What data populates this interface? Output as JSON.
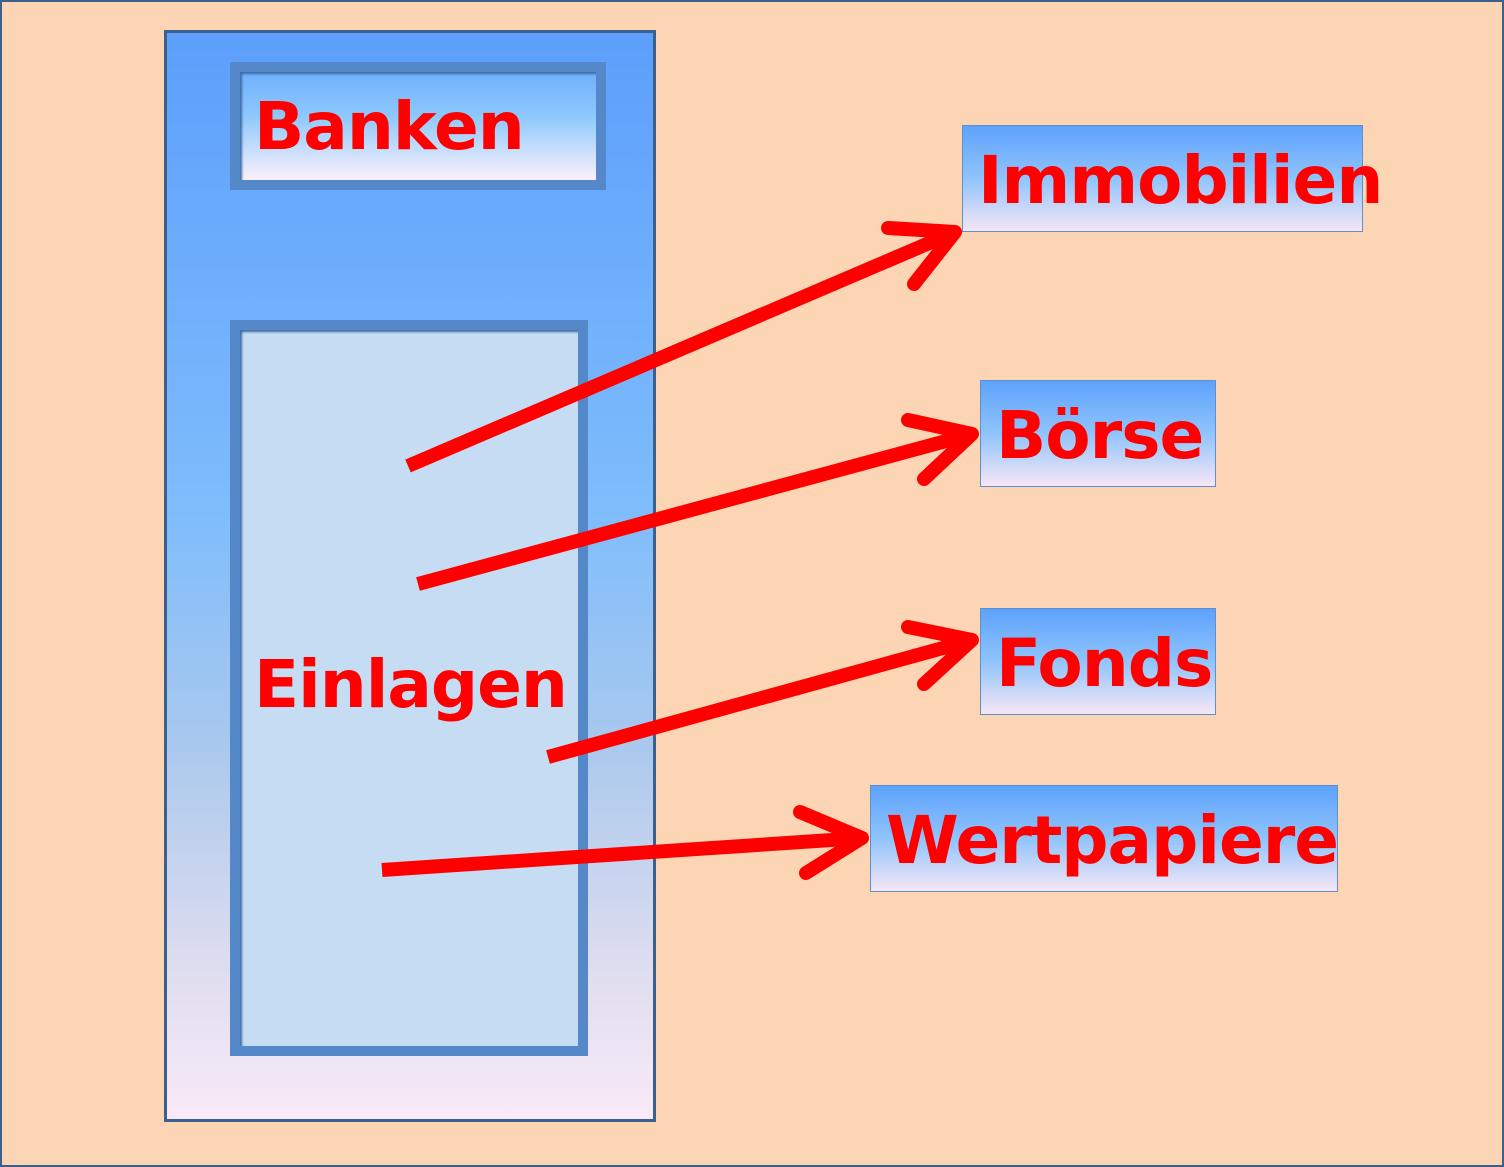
{
  "bank_label": "Banken",
  "deposits_label": "Einlagen",
  "targets": [
    "Immobilien",
    "Börse",
    "Fonds",
    "Wertpapiere"
  ],
  "colors": {
    "background": "#fcd5b4",
    "arrow": "#ff0000",
    "text": "#ff0000"
  }
}
